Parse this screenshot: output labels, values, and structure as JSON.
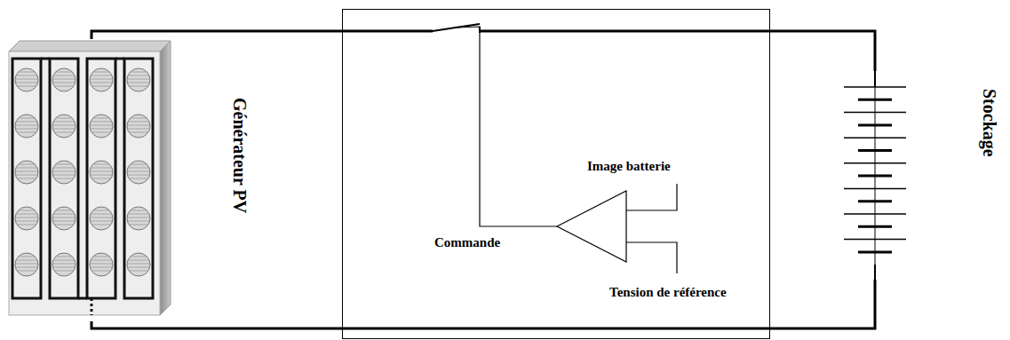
{
  "diagram": {
    "nodes": [
      {
        "text": [
          "Générateur PV"
        ]
      },
      {
        "text": [
          "Commande",
          "Image batterie",
          "Tension de référence"
        ]
      },
      {
        "text": [
          "Stockage"
        ]
      }
    ],
    "edges": [
      {
        "from": 0,
        "to": 1,
        "arrow": "none"
      },
      {
        "from": 0,
        "to": 1,
        "arrow": "none"
      },
      {
        "from": 1,
        "to": 2,
        "arrow": "none"
      },
      {
        "from": 1,
        "to": 2,
        "arrow": "none"
      }
    ]
  }
}
